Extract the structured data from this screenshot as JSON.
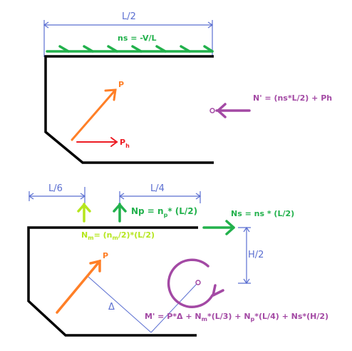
{
  "colors": {
    "dimension": "#5b6fd1",
    "shear_green": "#22b14c",
    "normal_green": "#22b14c",
    "moment_green": "#b5e61d",
    "force_orange": "#ff7f27",
    "horizontal_red": "#ed1c24",
    "reaction_purple": "#a349a4",
    "outline": "#000000"
  },
  "top": {
    "dim_length": "L/2",
    "shear_label": "ns = -V/L",
    "force_label": "P",
    "force_h_label": "P",
    "force_h_sub": "h",
    "reaction_label": "N' = (ns*L/2) + Ph"
  },
  "bottom": {
    "dim_l6": "L/6",
    "dim_l4": "L/4",
    "np_label": "Np = n",
    "np_sub": "p",
    "np_tail": "* (L/2)",
    "ns_label": "Ns = ns * (L/2)",
    "nm_label": "N",
    "nm_sub": "m",
    "nm_mid": "= (n",
    "nm_sub2": "m",
    "nm_tail": "/2)*(L/2)",
    "h_label": "H/2",
    "force_label": "P",
    "delta_label": "Δ",
    "moment_label": {
      "p1": "M' = P*Δ + N",
      "s1": "m",
      "p2": "*(L/3) + N",
      "s2": "p",
      "p3": "*(L/4) + Ns*(H/2)"
    }
  }
}
